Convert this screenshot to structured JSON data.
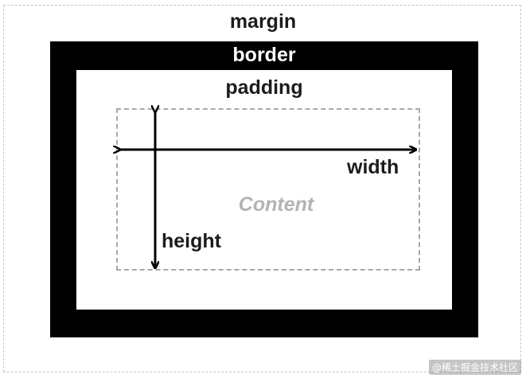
{
  "labels": {
    "margin": "margin",
    "border": "border",
    "padding": "padding",
    "content": "Content",
    "width": "width",
    "height": "height"
  },
  "watermark": "@稀土掘金技术社区",
  "colors": {
    "border_fill": "#000000",
    "content_text": "#b3b3b3",
    "dashed_outline": "#a8a8a8"
  }
}
